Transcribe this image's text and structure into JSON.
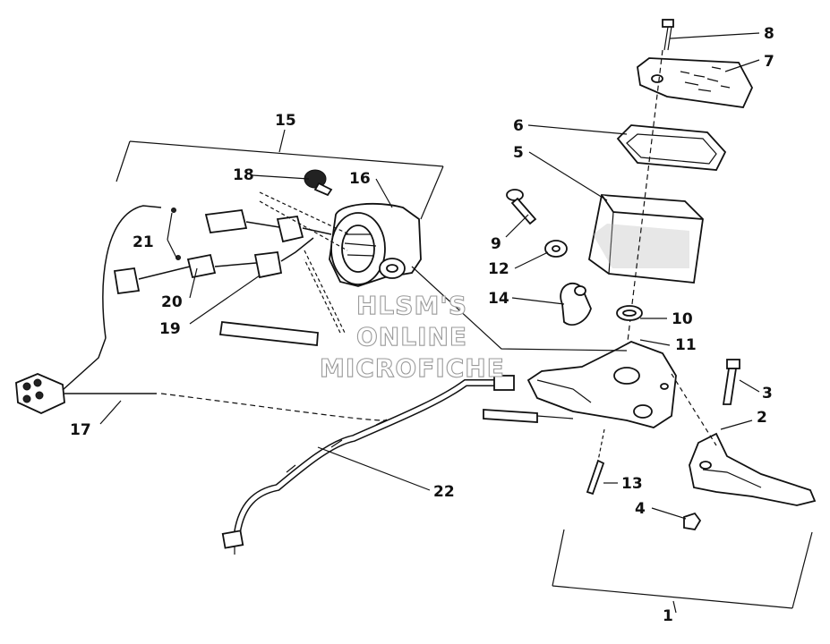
{
  "callouts": [
    "1",
    "2",
    "3",
    "4",
    "5",
    "6",
    "7",
    "8",
    "9",
    "10",
    "11",
    "12",
    "13",
    "14",
    "15",
    "16",
    "17",
    "18",
    "19",
    "20",
    "21",
    "22"
  ],
  "watermark": [
    "HLSM'S",
    "ONLINE",
    "MICROFICHE"
  ]
}
